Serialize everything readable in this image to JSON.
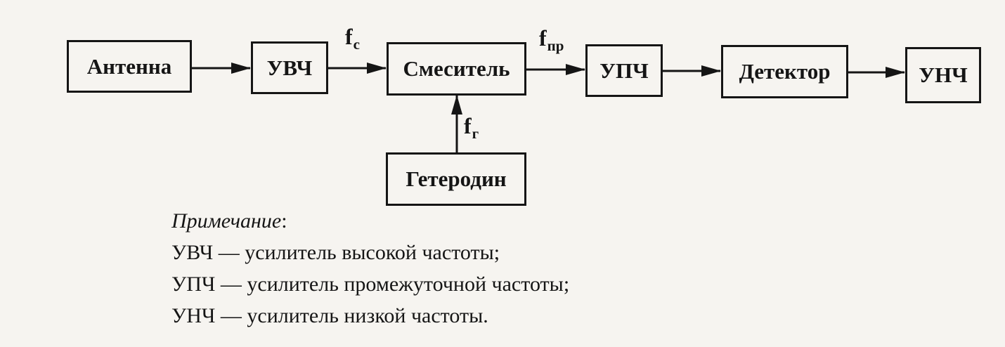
{
  "blocks": {
    "antenna": "Антенна",
    "rf_amp": "УВЧ",
    "mixer": "Смеситель",
    "if_amp": "УПЧ",
    "detector": "Детектор",
    "af_amp": "УНЧ",
    "local_oscillator": "Гетеродин"
  },
  "signals": {
    "fc": {
      "base": "f",
      "sub": "c"
    },
    "fpr": {
      "base": "f",
      "sub": "пр"
    },
    "fg": {
      "base": "f",
      "sub": "г"
    }
  },
  "note": {
    "title": "Примечание",
    "title_suffix": ":",
    "lines": [
      "УВЧ — усилитель высокой частоты;",
      "УПЧ — усилитель промежуточной частоты;",
      "УНЧ — усилитель низкой частоты."
    ]
  },
  "colors": {
    "ink": "#151515",
    "paper": "#f6f4f0"
  }
}
